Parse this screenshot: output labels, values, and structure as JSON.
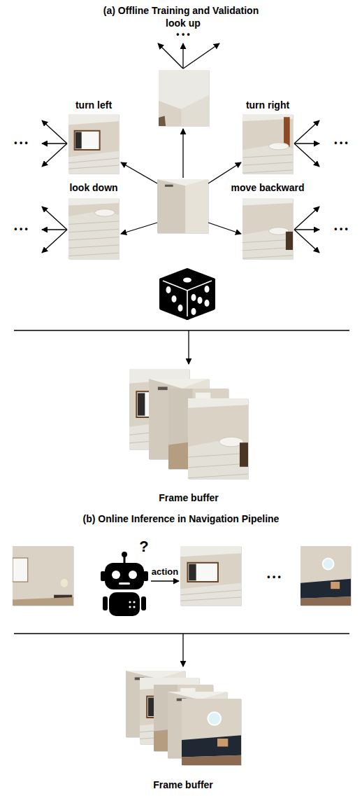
{
  "diagram": {
    "nodes": [
      {
        "text": [
          "look up"
        ]
      },
      {
        "text": [
          "turn left"
        ]
      },
      {
        "text": [
          "turn right"
        ]
      },
      {
        "text": [
          "look down"
        ]
      },
      {
        "text": [
          "move backward"
        ]
      },
      {
        "text": [
          "Frame buffer"
        ]
      },
      {
        "text": [
          "Frame buffer"
        ]
      }
    ],
    "labels": [
      "(a) Offline Training and Validation",
      "• • •",
      "• • •",
      "• • •",
      "• • •",
      "• • •",
      "(b) Online Inference in Navigation Pipeline",
      "?",
      "action",
      "• • •"
    ]
  }
}
